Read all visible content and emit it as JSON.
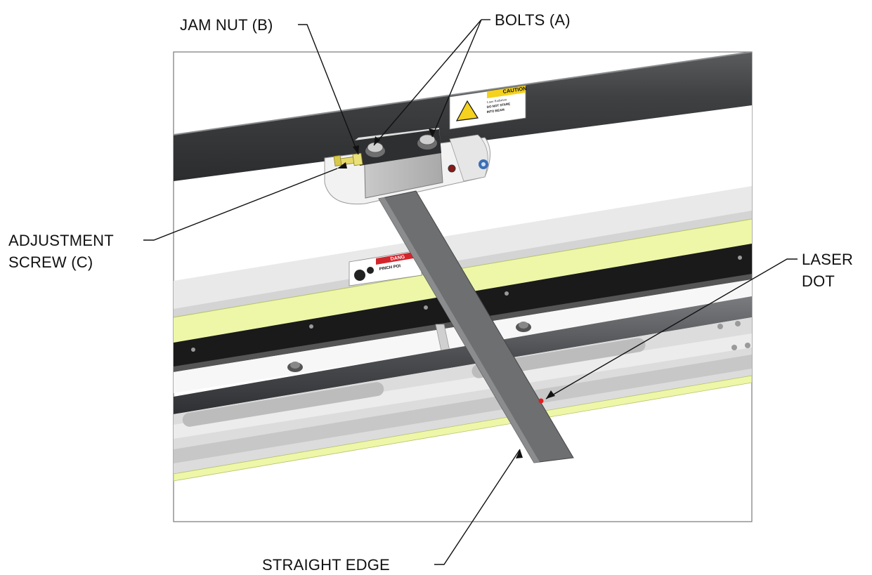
{
  "callouts": {
    "jam_nut": "JAM NUT (B)",
    "bolts": "BOLTS (A)",
    "adjustment_line1": "ADJUSTMENT",
    "adjustment_line2": "SCREW (C)",
    "laser_line1": "LASER",
    "laser_line2": "DOT",
    "straight_edge": "STRAIGHT EDGE"
  },
  "decals": {
    "caution_header": "CAUTION",
    "caution_body_1": "Laser Radiation",
    "caution_body_2": "DO NOT STARE",
    "caution_body_3": "INTO BEAM",
    "danger_header": "DANG",
    "danger_body": "PINCH POI"
  },
  "colors": {
    "bar_dark": "#3e4042",
    "bar_black": "#1a1a1a",
    "lime_strip": "#eef7a8",
    "panel_light": "#e9e9e9",
    "steel": "#b9b9b9",
    "straight_edge": "#6d6f71",
    "caution_yellow": "#f4d21d",
    "danger_red": "#d2262c",
    "laser_red": "#e01e1e"
  }
}
